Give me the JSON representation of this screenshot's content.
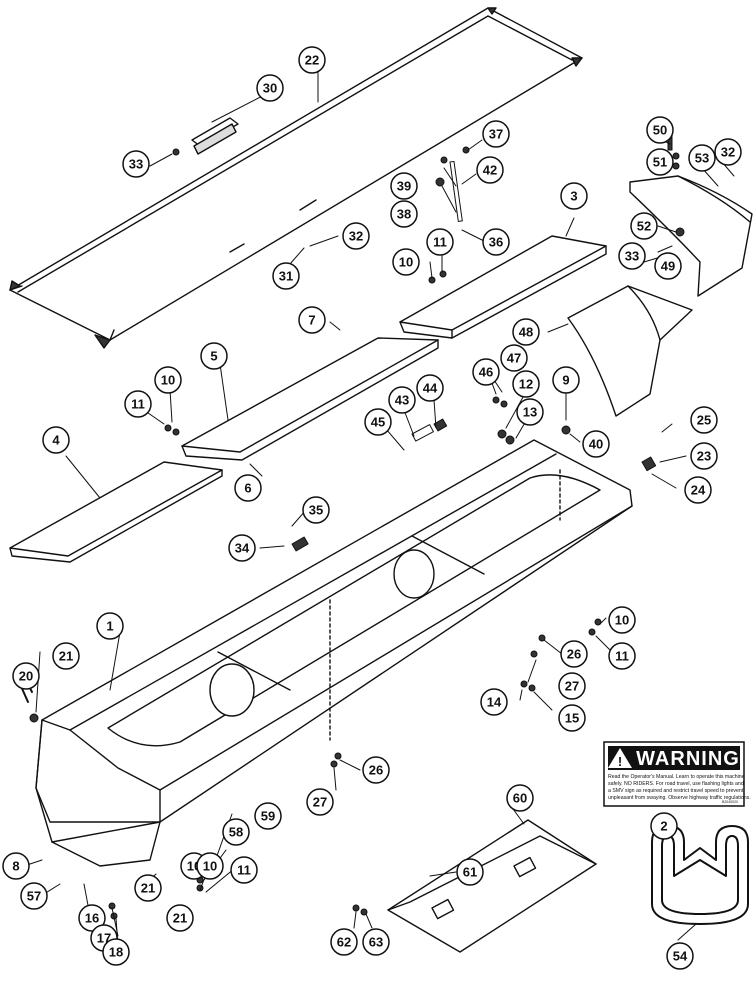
{
  "diagram": {
    "callouts": [
      "1",
      "2",
      "3",
      "4",
      "5",
      "6",
      "7",
      "8",
      "9",
      "10",
      "11",
      "12",
      "13",
      "14",
      "15",
      "16",
      "17",
      "18",
      "20",
      "21",
      "22",
      "23",
      "24",
      "25",
      "26",
      "27",
      "30",
      "31",
      "32",
      "33",
      "34",
      "35",
      "36",
      "37",
      "38",
      "39",
      "40",
      "42",
      "43",
      "44",
      "45",
      "46",
      "47",
      "48",
      "49",
      "50",
      "51",
      "52",
      "53",
      "54",
      "57",
      "58",
      "59",
      "60",
      "61",
      "62",
      "63"
    ],
    "warning_decal": {
      "title": "WARNING",
      "lines": [
        "Read the Operator's Manual. Learn to operate this machine",
        "safely. NO RIDERS. For road travel, use flashing lights and",
        "a SMV sign as required and restrict travel speed to prevent",
        "unpleasant from swaying. Observe highway traffic regulations."
      ],
      "code": "B2040020"
    }
  }
}
